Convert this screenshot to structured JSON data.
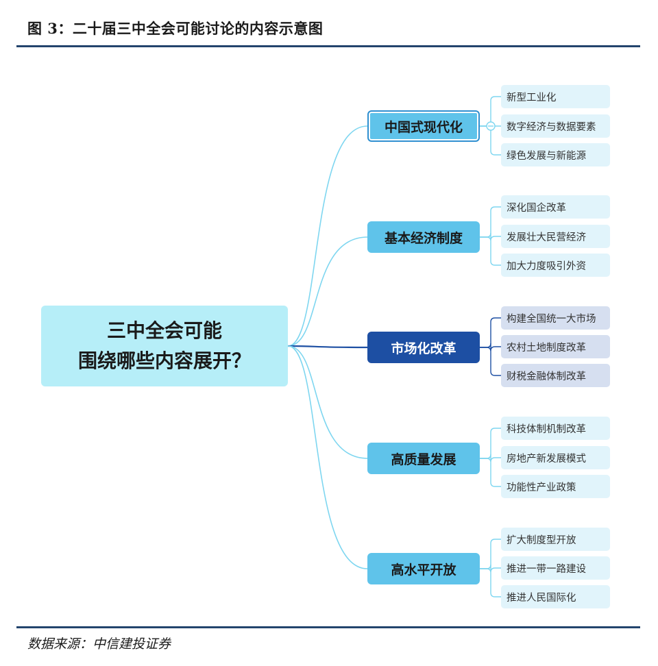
{
  "figure": {
    "title": "图 3：二十届三中全会可能讨论的内容示意图",
    "source": "数据来源：中信建投证券"
  },
  "center": {
    "line1": "三中全会可能",
    "line2": "围绕哪些内容展开？"
  },
  "colors": {
    "rule": "#23446d",
    "center_fill": "#b6eef8",
    "branch_light": "#5fc3ea",
    "branch_dark": "#1d4fa3",
    "leaf_light": "#e1f4fb",
    "leaf_grey": "#d6dff0",
    "line_light": "#7ed6f0",
    "line_dark": "#1d4fa3"
  },
  "branches": [
    {
      "label": "中国式现代化",
      "style": "light",
      "selected": true,
      "leaves": [
        "新型工业化",
        "数字经济与数据要素",
        "绿色发展与新能源"
      ]
    },
    {
      "label": "基本经济制度",
      "style": "light",
      "leaves": [
        "深化国企改革",
        "发展壮大民营经济",
        "加大力度吸引外资"
      ]
    },
    {
      "label": "市场化改革",
      "style": "dark",
      "leaves": [
        "构建全国统一大市场",
        "农村土地制度改革",
        "财税金融体制改革"
      ]
    },
    {
      "label": "高质量发展",
      "style": "light",
      "leaves": [
        "科技体制机制改革",
        "房地产新发展模式",
        "功能性产业政策"
      ]
    },
    {
      "label": "高水平开放",
      "style": "light",
      "leaves": [
        "扩大制度型开放",
        "推进一带一路建设",
        "推进人民国际化"
      ]
    }
  ]
}
